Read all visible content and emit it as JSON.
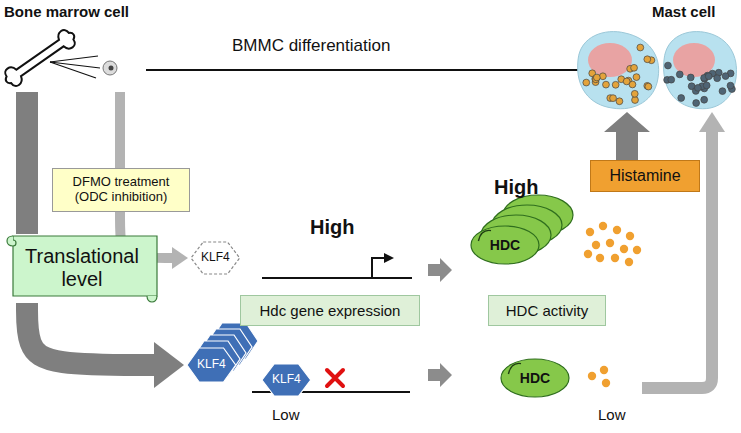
{
  "diagram": {
    "nodes": [
      {
        "text": [
          "DFMO treatment (ODC inhibition)"
        ]
      },
      {
        "text": [
          "Translational level"
        ]
      },
      {
        "text": [
          "KLF4"
        ]
      },
      {
        "text": [
          "Hdc gene expression"
        ]
      },
      {
        "text": [
          "HDC activity"
        ]
      },
      {
        "text": [
          "Histamine"
        ]
      },
      {
        "text": [
          "HDC"
        ]
      },
      {
        "text": [
          "KLF4"
        ]
      },
      {
        "text": [
          "KLF4"
        ]
      },
      {
        "text": [
          "HDC"
        ]
      }
    ],
    "edges": [
      {
        "from": 0,
        "to": 2,
        "arrow": "to"
      },
      {
        "from": 1,
        "to": 7,
        "arrow": "to"
      }
    ],
    "labels": [
      "Bone marrow cell",
      "Mast cell",
      "BMMC differentiation",
      "High",
      "High",
      "Low",
      "Low"
    ]
  }
}
